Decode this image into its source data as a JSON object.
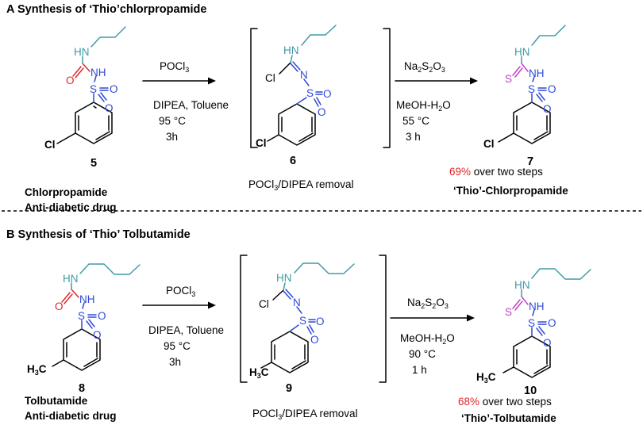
{
  "panel_a": {
    "title": "A  Synthesis of ‘Thio’chlorpropamide",
    "reagent1": "POCl3",
    "reagent1_sub": "3",
    "cond1_line1": "DIPEA, Toluene",
    "cond1_temp": "95 °C",
    "cond1_time": "3h",
    "reagent2_a": "Na",
    "reagent2_b": "S",
    "reagent2_c": "O",
    "reagent2_sub1": "2",
    "reagent2_sub2": "2",
    "reagent2_sub3": "3",
    "cond2_solvent_a": "MeOH-H",
    "cond2_solvent_sub": "2",
    "cond2_solvent_b": "O",
    "cond2_temp": "55 °C",
    "cond2_time": "3 h",
    "compound_start": "5",
    "compound_intermediate": "6",
    "compound_product": "7",
    "start_name": "Chlorpropamide",
    "start_desc": "Anti-diabetic drug",
    "removal_a": "POCl",
    "removal_sub": "3",
    "removal_b": "/DIPEA removal",
    "yield_pct": "69%",
    "yield_rest": " over two steps",
    "product_name": "‘Thio’-Chlorpropamide"
  },
  "panel_b": {
    "title": "B  Synthesis of ‘Thio’ Tolbutamide",
    "cond1_line1": "DIPEA, Toluene",
    "cond1_temp": "95 °C",
    "cond1_time": "3h",
    "cond2_temp": "90 °C",
    "cond2_time": "1 h",
    "compound_start": "8",
    "compound_intermediate": "9",
    "compound_product": "10",
    "start_name": "Tolbutamide",
    "start_desc": "Anti-diabetic drug",
    "yield_pct": "68%",
    "yield_rest": " over two steps",
    "product_name": "‘Thio’-Tolbutamide"
  },
  "atoms": {
    "hn": "HN",
    "nh": "NH",
    "n": "N",
    "o": "O",
    "s": "S",
    "cl": "Cl",
    "h": "H",
    "c": "C",
    "sub3": "3"
  },
  "colors": {
    "chain": "#3f9aa8",
    "sulfonyl": "#2f49d8",
    "carbonyl": "#e0262b",
    "thio": "#c241c6",
    "yield": "#e0262b"
  }
}
